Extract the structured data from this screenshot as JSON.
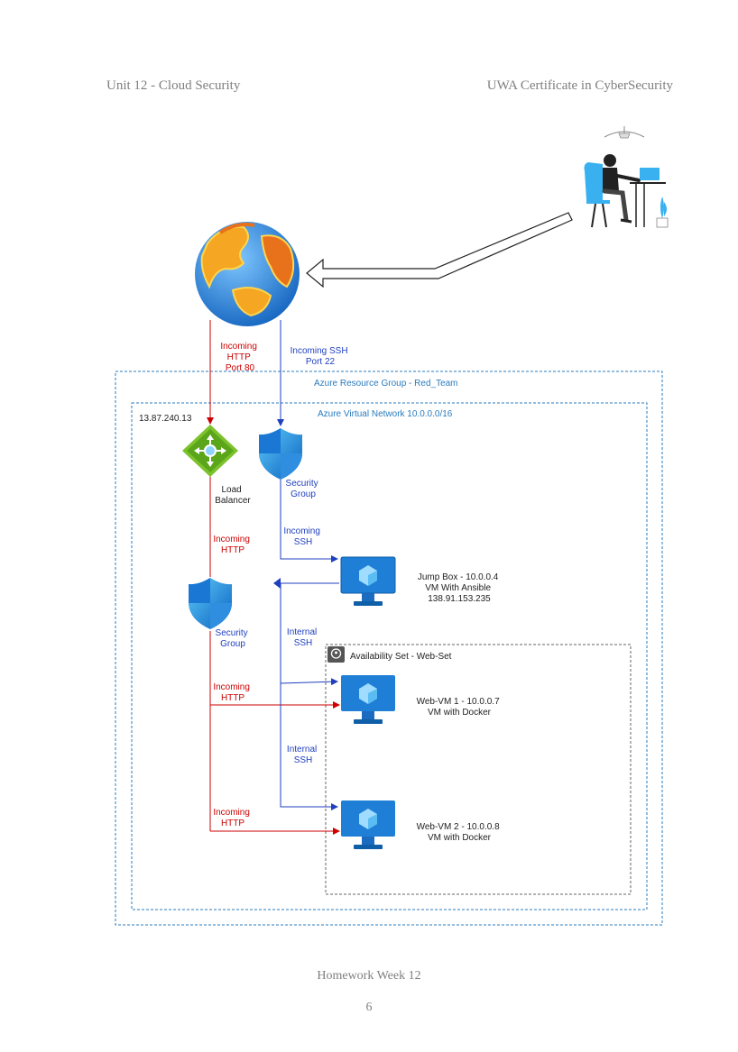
{
  "header": {
    "left": "Unit 12 - Cloud Security",
    "right": "UWA Certificate in CyberSecurity"
  },
  "footer": {
    "title": "Homework Week 12",
    "page": "6"
  },
  "diagram": {
    "resource_group_label": "Azure Resource Group - Red_Team",
    "vnet_label": "Azure Virtual Network 10.0.0.0/16",
    "availability_set_label": "Availability Set - Web-Set",
    "public_ip": "13.87.240.13",
    "incoming_http_port80": [
      "Incoming",
      "HTTP",
      "Port 80"
    ],
    "incoming_ssh_port22": [
      "Incoming SSH",
      "Port 22"
    ],
    "load_balancer": [
      "Load",
      "Balancer"
    ],
    "security_group_1": [
      "Security",
      "Group"
    ],
    "security_group_2": [
      "Security",
      "Group"
    ],
    "incoming_ssh": [
      "Incoming",
      "SSH"
    ],
    "incoming_http_1": [
      "Incoming",
      "HTTP"
    ],
    "incoming_http_2": [
      "Incoming",
      "HTTP"
    ],
    "incoming_http_3": [
      "Incoming",
      "HTTP"
    ],
    "internal_ssh_1": [
      "Internal",
      "SSH"
    ],
    "internal_ssh_2": [
      "Internal",
      "SSH"
    ],
    "jump_box": [
      "Jump Box - 10.0.0.4",
      "VM With Ansible",
      "138.91.153.235"
    ],
    "web_vm1": [
      "Web-VM 1 - 10.0.0.7",
      "VM with Docker"
    ],
    "web_vm2": [
      "Web-VM 2 - 10.0.0.8",
      "VM with Docker"
    ],
    "colors": {
      "http": "#cc0000",
      "ssh": "#1f3fbf",
      "container_border": "#2a7bbd",
      "azure_blue": "#0078d4"
    }
  }
}
